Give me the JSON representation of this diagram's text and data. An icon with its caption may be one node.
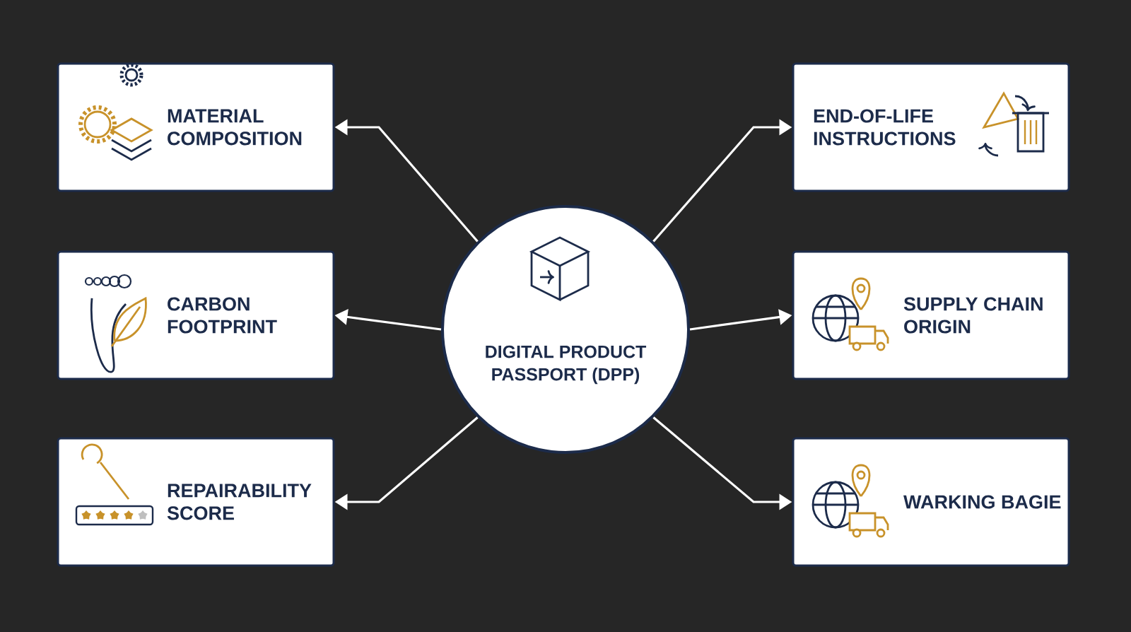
{
  "diagram": {
    "nodes": [
      {
        "text": [
          "DIGITAL PRODUCT PASSPORT (DPP)"
        ]
      },
      {
        "text": [
          "MATERIAL COMPOSITION"
        ]
      },
      {
        "text": [
          "CARBON FOOTPRINT"
        ]
      },
      {
        "text": [
          "REPAIRABILITY SCORE"
        ]
      },
      {
        "text": [
          "END-OF-LIFE INSTRUCTIONS"
        ]
      },
      {
        "text": [
          "SUPPLY CHAIN ORIGIN"
        ]
      },
      {
        "text": [
          "WARKING BAGIE"
        ]
      }
    ],
    "edges": [
      {
        "from": 0,
        "to": 1,
        "arrow": "to"
      },
      {
        "from": 0,
        "to": 2,
        "arrow": "to"
      },
      {
        "from": 0,
        "to": 3,
        "arrow": "to"
      },
      {
        "from": 0,
        "to": 4,
        "arrow": "to"
      },
      {
        "from": 0,
        "to": 5,
        "arrow": "to"
      },
      {
        "from": 0,
        "to": 6,
        "arrow": "to"
      }
    ]
  }
}
